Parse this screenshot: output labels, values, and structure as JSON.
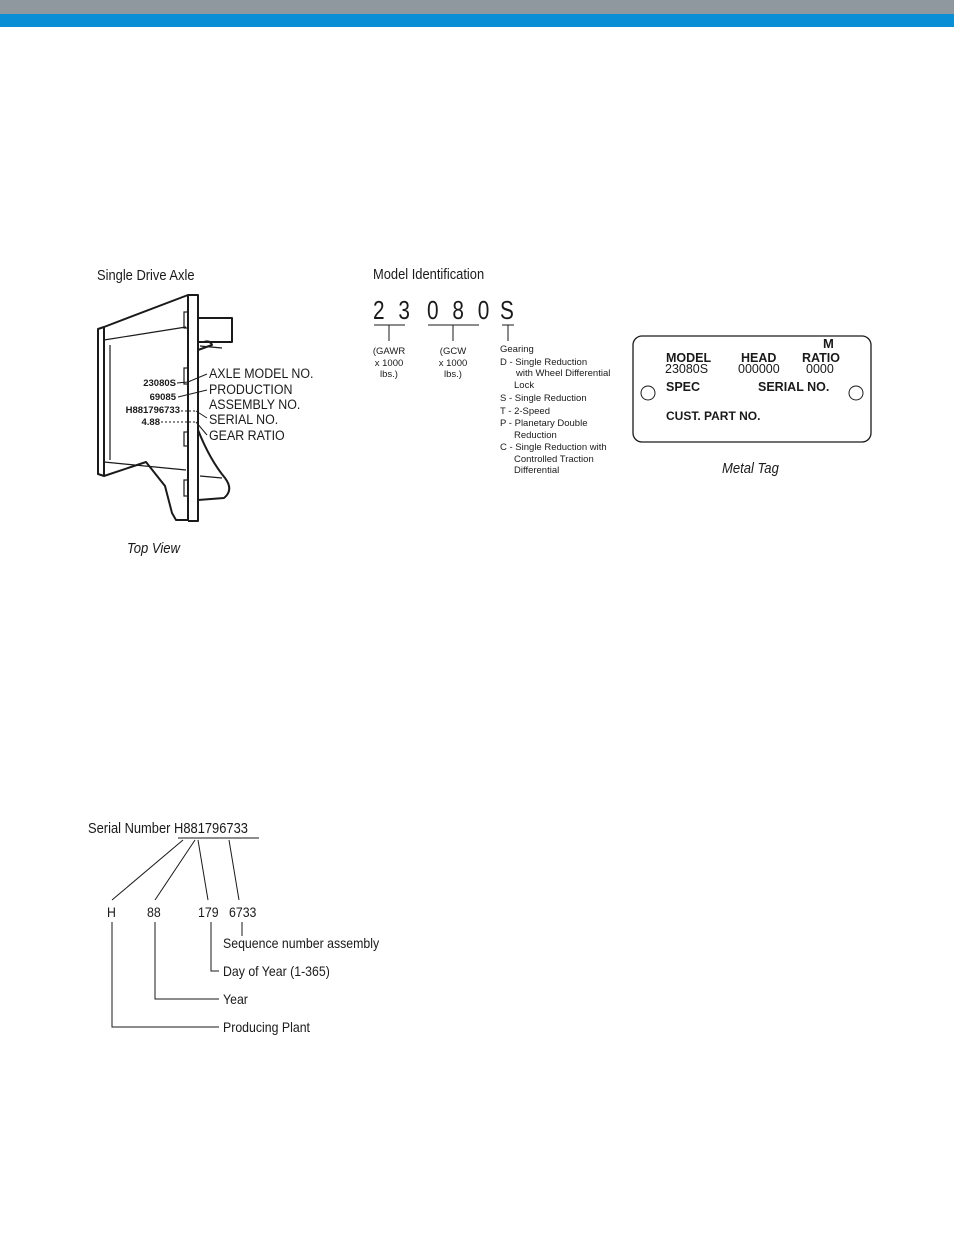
{
  "header": {
    "gray_color": "#8e989e",
    "blue_color": "#0a8fd6"
  },
  "axle": {
    "title": "Single Drive Axle",
    "caption": "Top View",
    "values": [
      "23080S",
      "69085",
      "H881796733",
      "4.88"
    ],
    "labels": [
      "AXLE MODEL NO.",
      "PRODUCTION",
      "ASSEMBLY NO.",
      "SERIAL NO.",
      "GEAR RATIO"
    ]
  },
  "model_id": {
    "title": "Model Identification",
    "digits": [
      "2 3",
      "0 8 0",
      "S"
    ],
    "gawr": [
      "(GAWR",
      "x 1000",
      "lbs.)"
    ],
    "gcw": [
      "(GCW",
      "x 1000",
      "lbs.)"
    ],
    "gearing_title": "Gearing",
    "gearing": [
      "D - Single Reduction",
      "with Wheel Differential",
      "Lock",
      "S - Single Reduction",
      "T - 2-Speed",
      "P - Planetary Double",
      "Reduction",
      "C - Single Reduction with",
      "Controlled Traction",
      "Differential"
    ]
  },
  "metal_tag": {
    "logo": "M",
    "model_label": "MODEL",
    "model_value": "23080S",
    "head_label": "HEAD",
    "head_value": "000000",
    "ratio_label": "RATIO",
    "ratio_value": "0000",
    "spec_label": "SPEC",
    "serial_label": "SERIAL NO.",
    "cust_label": "CUST. PART NO.",
    "caption": "Metal Tag"
  },
  "serial": {
    "title": "Serial Number H881796733",
    "parts": [
      "H",
      "88",
      "179",
      "6733"
    ],
    "descriptions": [
      "Sequence number assembly",
      "Day of Year (1-365)",
      "Year",
      "Producing Plant"
    ]
  }
}
